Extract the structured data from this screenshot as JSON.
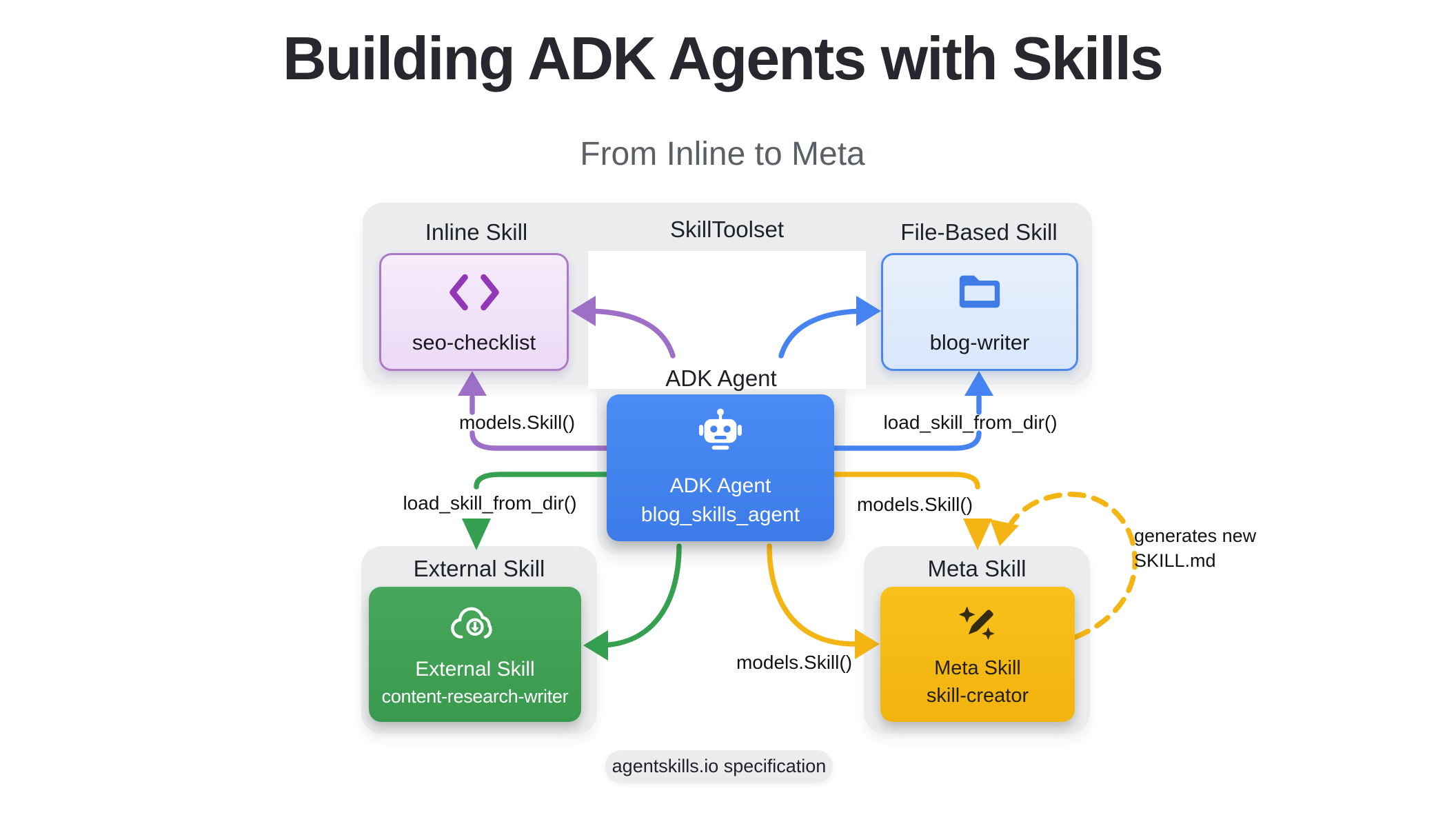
{
  "page": {
    "title": "Building ADK Agents with Skills",
    "subtitle": "From Inline to Meta",
    "footer_pill": "agentskills.io specification"
  },
  "toolset": {
    "header": "SkillToolset",
    "inline_skill": {
      "header": "Inline Skill",
      "label": "seo-checklist",
      "icon": "code-icon",
      "fill": "#f2e3f9",
      "border": "#aa79c8",
      "icon_color": "#9137b8"
    },
    "file_skill": {
      "header": "File-Based Skill",
      "label": "blog-writer",
      "icon": "folder-icon",
      "fill": "#dfeafc",
      "border": "#4d86ee",
      "icon_color": "#3f7ce8"
    }
  },
  "adk_agent": {
    "header": "ADK Agent",
    "title": "ADK Agent",
    "subtitle": "blog_skills_agent",
    "icon": "robot-icon",
    "fill": "#4384f0"
  },
  "external_skill": {
    "header": "External Skill",
    "title": "External Skill",
    "subtitle": "content-research-writer",
    "icon": "cloud-download-icon",
    "fill": "#3f9e52"
  },
  "meta_skill": {
    "header": "Meta Skill",
    "title": "Meta Skill",
    "subtitle": "skill-creator",
    "icon": "magic-wand-icon",
    "fill": "#f6ba15"
  },
  "edge_labels": {
    "left_models": "models.Skill()",
    "left_load": "load_skill_from_dir()",
    "right_load": "load_skill_from_dir()",
    "right_models": "models.Skill()",
    "bottom_models": "models.Skill()"
  },
  "loop_note": {
    "line1": "generates new",
    "line2": "SKILL.md"
  },
  "arrow_colors": {
    "purple": "#9e6fc6",
    "blue": "#4584f0",
    "green": "#35a050",
    "yellow": "#f3b414"
  },
  "container_color": "#eaecee",
  "background_color": "#ffffff"
}
